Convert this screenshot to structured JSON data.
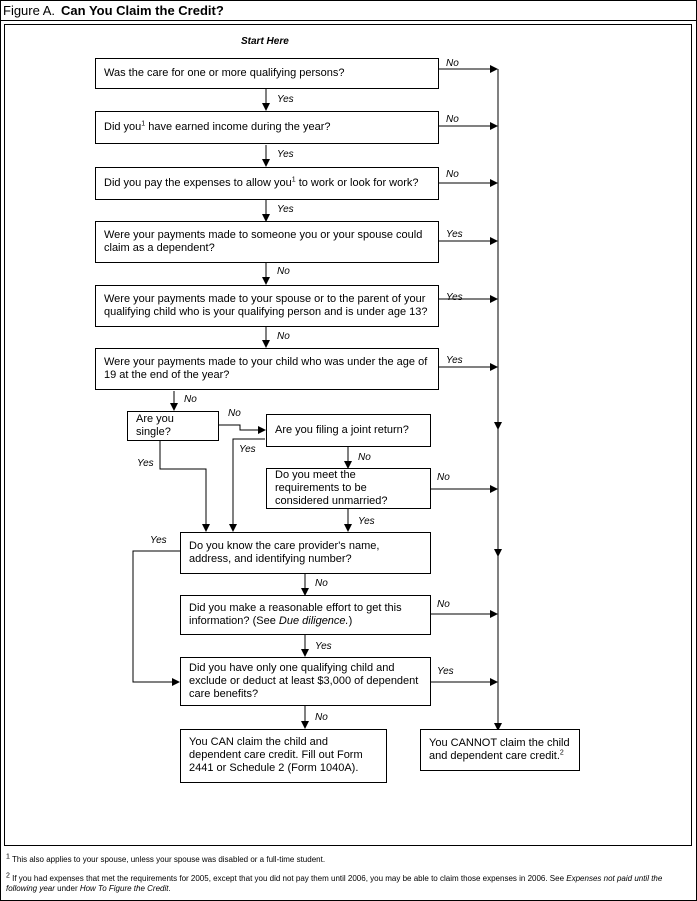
{
  "figure": {
    "number": "Figure A.",
    "title": "Can You Claim the Credit?"
  },
  "start": "Start Here",
  "questions": {
    "q1": "Was the care for one or more qualifying persons?",
    "q2_a": "Did you",
    "q2_b": " have earned income during the year?",
    "q3_a": "Did you pay the expenses to allow you",
    "q3_b": " to work or look for work?",
    "q4": "Were your payments made to someone you or your spouse could claim as a dependent?",
    "q5": "Were your payments made to your spouse or to the parent of your qualifying child who is your qualifying person and is under age 13?",
    "q6": "Were your payments made to your child who was under the age of 19 at the end of the year?",
    "q7": "Are you single?",
    "q8": "Are you filing a joint return?",
    "q9": "Do you meet the requirements to be considered unmarried?",
    "q10": "Do you know the care provider's name, address, and identifying number?",
    "q11_a": "Did you make a reasonable effort to get this information? (See ",
    "q11_b": "Due diligence.",
    "q11_c": ")",
    "q12": "Did you have only one qualifying child and exclude or deduct at least $3,000 of dependent care benefits?"
  },
  "results": {
    "can": "You CAN claim the child and dependent care credit. Fill out Form 2441 or Schedule 2 (Form 1040A).",
    "cannot": "You CANNOT claim the child and dependent care credit."
  },
  "labels": {
    "yes": "Yes",
    "no": "No"
  },
  "footnotes": {
    "mark1": "1",
    "mark2": "2",
    "f1": "This also applies to your spouse, unless your spouse was disabled or a full-time student.",
    "f2_a": "If you had expenses that met the requirements for 2005, except that you did not pay them until 2006, you may be able to claim those expenses in 2006. See ",
    "f2_b": "Expenses not paid until the following year",
    "f2_c": " under ",
    "f2_d": "How To Figure the Credit",
    "f2_e": "."
  }
}
